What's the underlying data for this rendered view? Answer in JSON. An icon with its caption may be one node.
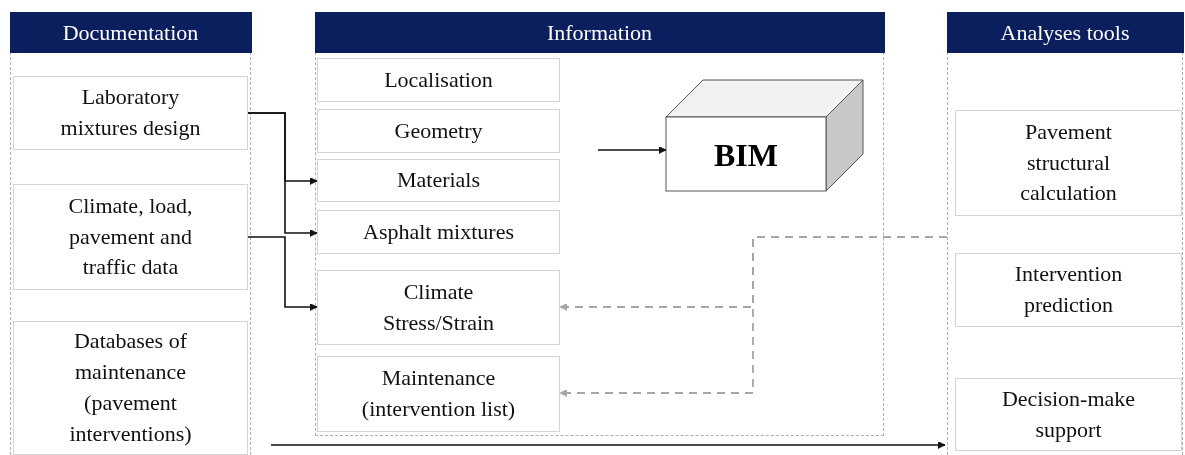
{
  "diagram": {
    "nodes": [
      {
        "text": [
          "Documentation"
        ]
      },
      {
        "text": [
          "Laboratory mixtures design"
        ],
        "in": 0
      },
      {
        "text": [
          "Climate, load, pavement and traffic data"
        ],
        "in": 0
      },
      {
        "text": [
          "Databases of maintenance (pavement interventions)"
        ],
        "in": 0
      },
      {
        "text": [
          "Information"
        ]
      },
      {
        "text": [
          "Localisation"
        ],
        "in": 4
      },
      {
        "text": [
          "Geometry"
        ],
        "in": 4
      },
      {
        "text": [
          "Materials"
        ],
        "in": 4
      },
      {
        "text": [
          "Asphalt mixtures"
        ],
        "in": 4
      },
      {
        "text": [
          "Climate Stress/Strain"
        ],
        "in": 4
      },
      {
        "text": [
          "Maintenance (intervention list)"
        ],
        "in": 4
      },
      {
        "text": [
          "BIM"
        ],
        "in": 4
      },
      {
        "text": [
          "Analyses tools"
        ]
      },
      {
        "text": [
          "Pavement structural calculation"
        ],
        "in": 12
      },
      {
        "text": [
          "Intervention prediction"
        ],
        "in": 12
      },
      {
        "text": [
          "Decision-make support"
        ],
        "in": 12
      }
    ],
    "edges": [
      {
        "from": 1,
        "to": 7,
        "arrow": "to"
      },
      {
        "from": 1,
        "to": 8,
        "arrow": "to"
      },
      {
        "from": 2,
        "to": 9,
        "arrow": "to"
      },
      {
        "from": null,
        "to": 11,
        "arrow": "to"
      },
      {
        "from": 12,
        "to": 9,
        "arrow": "to",
        "style": "dashed",
        "color": "#a6a6a6"
      },
      {
        "from": 12,
        "to": 10,
        "arrow": "to",
        "style": "dashed",
        "color": "#a6a6a6"
      },
      {
        "from": 0,
        "to": 12,
        "arrow": "to"
      }
    ]
  }
}
